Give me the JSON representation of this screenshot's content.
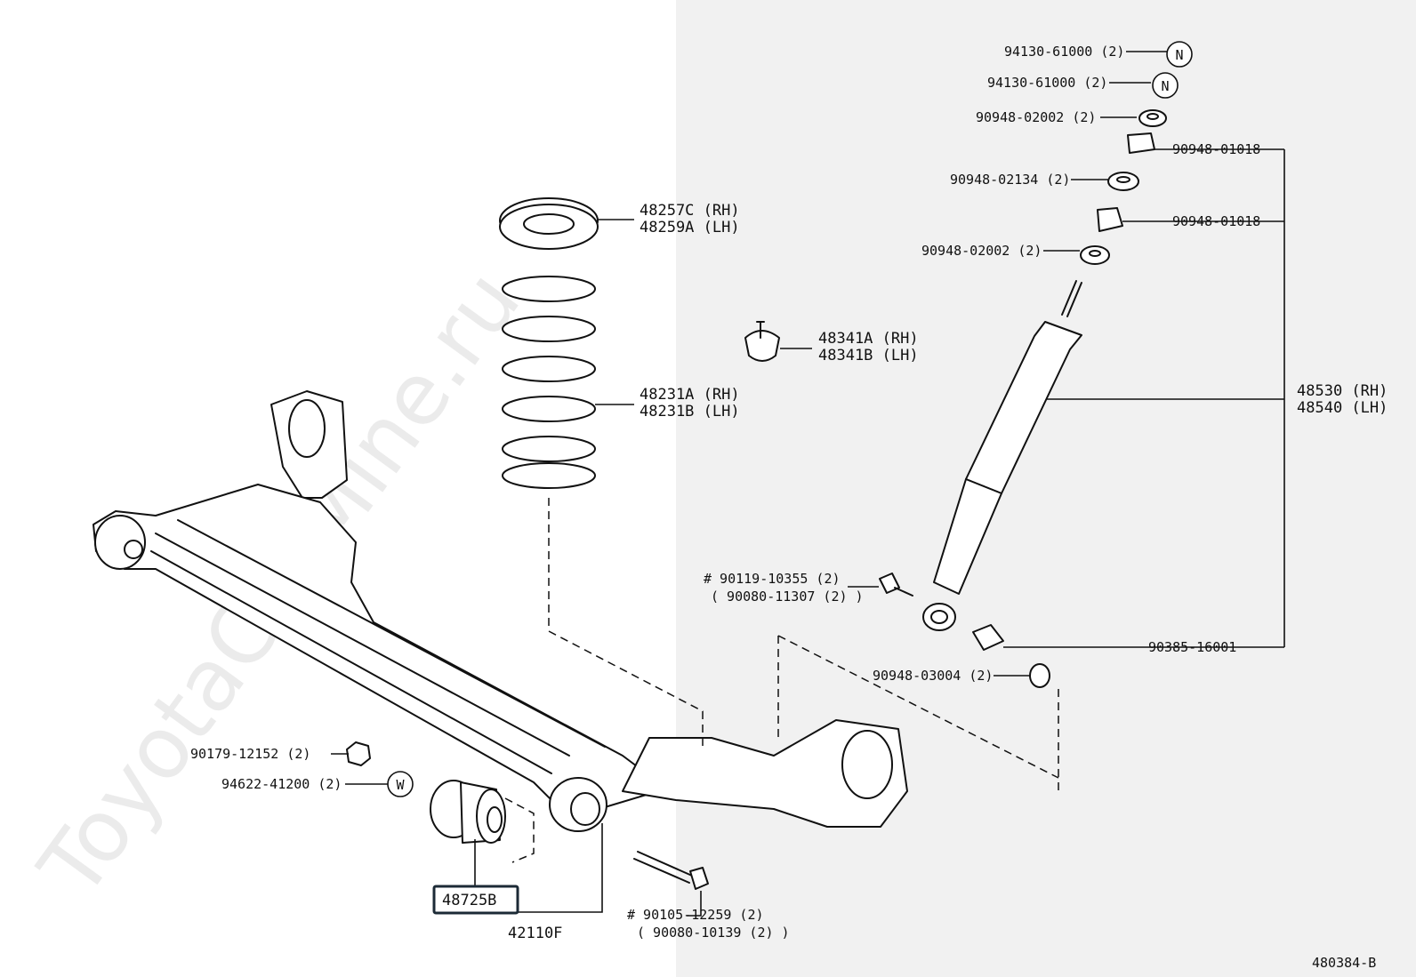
{
  "watermark": "ToyotaCarMine.ru",
  "colors": {
    "line": "#111111",
    "background_left": "#ffffff",
    "background_right": "#f1f1f1",
    "highlight_box": "#1c2a36"
  },
  "figure_id": "480384-B",
  "labels": {
    "n_bolt_1": "94130-61000 (2)",
    "n_bolt_2": "94130-61000 (2)",
    "washer_a_top": "90948-02002 (2)",
    "cushion_1": "90948-01018",
    "washer_b": "90948-02134 (2)",
    "cushion_2": "90948-01018",
    "washer_a_low": "90948-02002 (2)",
    "spring_seat_rh": "48257C (RH)",
    "spring_seat_lh": "48259A (LH)",
    "bumper_rh": "48341A (RH)",
    "bumper_lh": "48341B (LH)",
    "spring_rh": "48231A (RH)",
    "spring_lh": "48231B (LH)",
    "absorber_rh": "48530 (RH)",
    "absorber_lh": "48540 (LH)",
    "bolt_upper": "# 90119-10355 (2)",
    "bolt_upper_alt": "( 90080-11307 (2) )",
    "lower_bushing": "90385-16001",
    "washer_c": "90948-03004 (2)",
    "nut": "90179-12152 (2)",
    "w_washer": "94622-41200 (2)",
    "bushing_highlighted": "48725B",
    "axle_beam": "42110F",
    "bolt_lower": "# 90105-12259 (2)",
    "bolt_lower_alt": "( 90080-10139 (2) )"
  },
  "circle_markers": {
    "n1": "N",
    "n2": "N",
    "w": "W"
  }
}
